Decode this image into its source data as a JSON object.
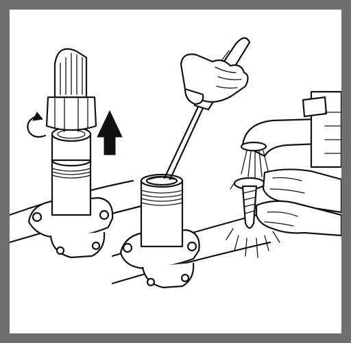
{
  "illustration": {
    "frame_color": "#6f6f6f",
    "background_color": "#ffffff",
    "ink_color": "#111111",
    "panels": [
      {
        "name": "hose-removed-from-valve",
        "icons": [
          "rotate-arrow-icon",
          "up-arrow-icon"
        ]
      },
      {
        "name": "screwdriver-cleaning-valve-filter"
      },
      {
        "name": "rinsing-filter-under-faucet"
      }
    ]
  }
}
